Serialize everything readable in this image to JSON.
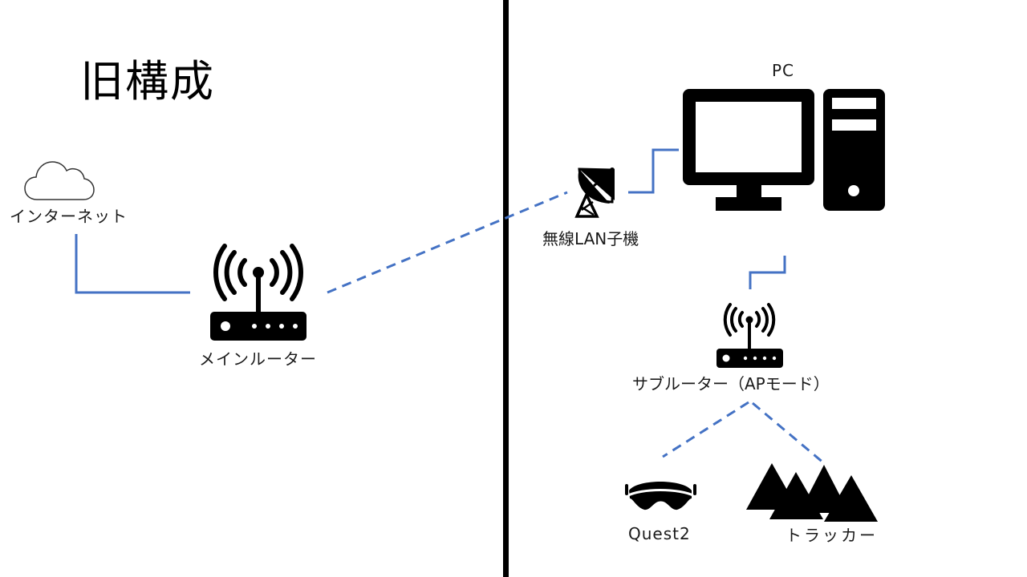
{
  "slide": {
    "title": "旧構成",
    "accent_color": "#4472C4",
    "divider_color": "#000000"
  },
  "nodes": {
    "internet": {
      "label": "インターネット",
      "icon": "cloud-icon"
    },
    "main_router": {
      "label": "メインルーター",
      "icon": "wifi-router-icon"
    },
    "wireless_adapter": {
      "label": "無線LAN子機",
      "icon": "satellite-dish-icon"
    },
    "pc": {
      "label": "PC",
      "icon": "desktop-computer-icon"
    },
    "sub_router": {
      "label": "サブルーター（APモード）",
      "icon": "wifi-router-icon"
    },
    "quest2": {
      "label": "Quest2",
      "icon": "vr-headset-icon"
    },
    "tracker": {
      "label": "トラッカー",
      "icon": "tracker-triangles-icon"
    }
  },
  "connections": [
    {
      "from": "internet",
      "to": "main_router",
      "style": "solid"
    },
    {
      "from": "main_router",
      "to": "wireless_adapter",
      "style": "dashed"
    },
    {
      "from": "wireless_adapter",
      "to": "pc",
      "style": "solid"
    },
    {
      "from": "pc",
      "to": "sub_router",
      "style": "solid"
    },
    {
      "from": "sub_router",
      "to": "quest2",
      "style": "dashed"
    },
    {
      "from": "sub_router",
      "to": "tracker",
      "style": "dashed"
    }
  ]
}
